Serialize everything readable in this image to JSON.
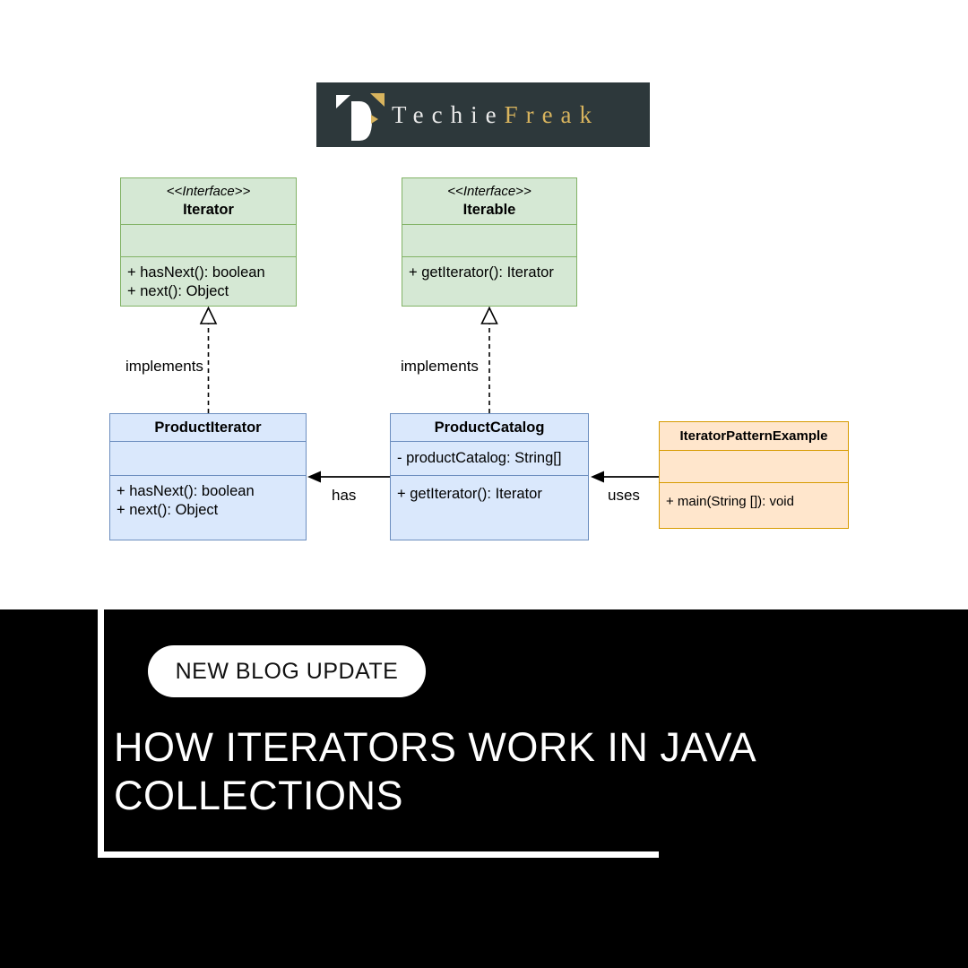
{
  "logo": {
    "brand_first": "Techie",
    "brand_second": "Freak",
    "banner_bg": "#2d383b",
    "brand_first_color": "#e9e9e9",
    "brand_second_color": "#d8b45e",
    "mark_icon": "techiefreak-monogram"
  },
  "diagram": {
    "classes": [
      {
        "stereotype": "<<Interface>>",
        "name": "Iterator",
        "attributes": [],
        "methods": [
          "+ hasNext(): boolean",
          "+ next(): Object"
        ]
      },
      {
        "stereotype": "<<Interface>>",
        "name": "Iterable",
        "attributes": [],
        "methods": [
          "+ getIterator(): Iterator"
        ]
      },
      {
        "name": "ProductIterator",
        "attributes": [],
        "methods": [
          "+ hasNext(): boolean",
          "+ next(): Object"
        ]
      },
      {
        "name": "ProductCatalog",
        "attributes": [
          "- productCatalog: String[]"
        ],
        "methods": [
          "+ getIterator(): Iterator"
        ]
      },
      {
        "name": "IteratorPatternExample",
        "attributes": [],
        "methods": [
          "+ main(String []): void"
        ]
      }
    ],
    "edge_labels": {
      "implements_left": "implements",
      "implements_right": "implements",
      "has": "has",
      "uses": "uses"
    },
    "colors": {
      "interface_fill": "#d5e8d4",
      "interface_border": "#82b366",
      "class_fill": "#dae8fc",
      "class_border": "#6c8ebf",
      "client_fill": "#ffe6cc",
      "client_border": "#d79b00"
    }
  },
  "footer": {
    "badge": "NEW BLOG UPDATE",
    "title": "HOW ITERATORS WORK IN JAVA COLLECTIONS",
    "band_bg": "#000000",
    "text_color": "#ffffff"
  }
}
